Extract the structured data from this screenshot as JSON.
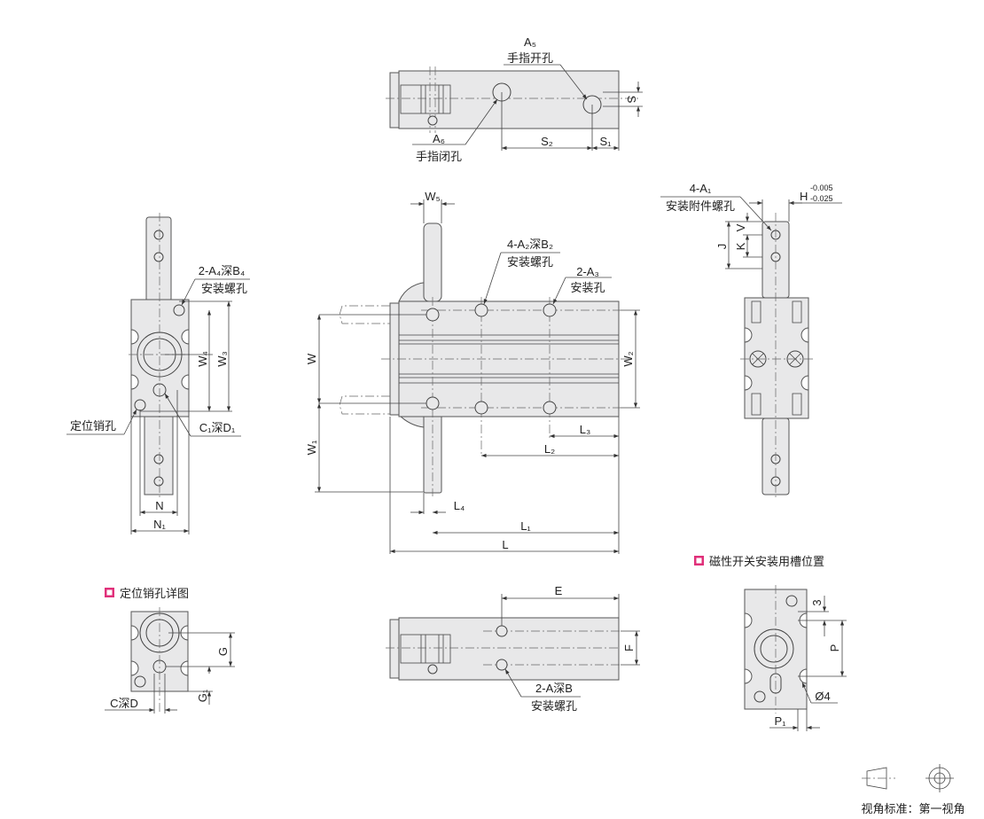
{
  "top_view": {
    "a5": "A₅",
    "a5_desc": "手指开孔",
    "a6": "A₆",
    "a6_desc": "手指闭孔",
    "s2": "S₂",
    "s1": "S₁",
    "s": "S"
  },
  "main_view": {
    "w5": "W₅",
    "a2": "4-A₂深B₂",
    "a2_desc": "安装螺孔",
    "a3": "2-A₃",
    "a3_desc": "安装孔",
    "w": "W",
    "w1": "W₁",
    "w2": "W₂",
    "l4": "L₄",
    "l3": "L₃",
    "l2": "L₂",
    "l1": "L₁",
    "l": "L"
  },
  "left_view": {
    "a4": "2-A₄深B₄",
    "a4_desc": "安装螺孔",
    "w4": "W₄",
    "w3": "W₃",
    "pin_hole": "定位销孔",
    "c1": "C₁深D₁",
    "n": "N",
    "n1": "N₁"
  },
  "right_view": {
    "a1": "4-A₁",
    "a1_desc": "安装附件螺孔",
    "h": "H",
    "h_upper": "-0.005",
    "h_lower": "-0.025",
    "j": "J",
    "k": "K",
    "v": "V"
  },
  "pin_detail": {
    "title": "定位销孔详图",
    "g": "G",
    "g1": "G₁",
    "cd": "C深D"
  },
  "bottom_view": {
    "e": "E",
    "f": "F",
    "a": "2-A深B",
    "a_desc": "安装螺孔"
  },
  "switch_slot": {
    "title": "磁性开关安装用槽位置",
    "three": "3",
    "p": "P",
    "d4": "Ø4",
    "p1": "P₁"
  },
  "footer": {
    "projection": "视角标准：第一视角"
  },
  "colors": {
    "accent": "#e0307a",
    "part_fill": "#e8e8e9"
  }
}
